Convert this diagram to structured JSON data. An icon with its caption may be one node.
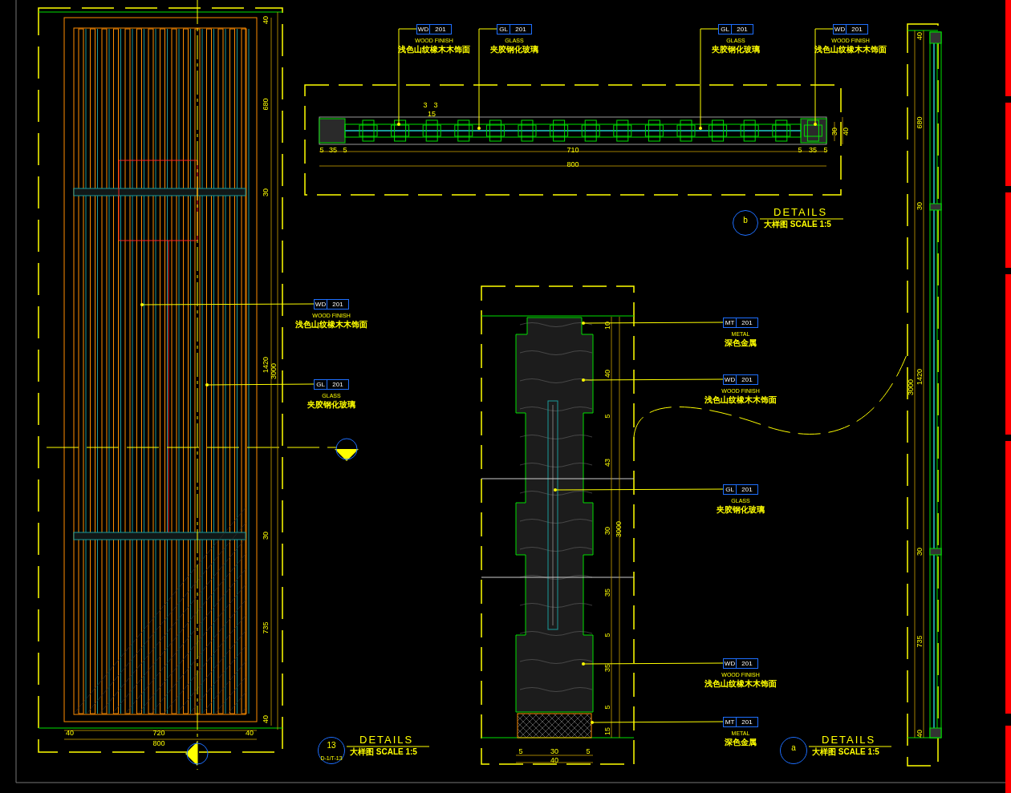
{
  "diagram": {
    "nodes": [
      {
        "text": [
          "WD",
          "201"
        ],
        "beside": [
          "WOOD FINISH",
          "浅色山纹橡木木饰面"
        ]
      },
      {
        "text": [
          "GL",
          "201"
        ],
        "beside": [
          "GLASS",
          "夹胶钢化玻璃"
        ]
      },
      {
        "text": [
          "GL",
          "201"
        ],
        "beside": [
          "GLASS",
          "夹胶钢化玻璃"
        ]
      },
      {
        "text": [
          "WD",
          "201"
        ],
        "beside": [
          "WOOD FINISH",
          "浅色山纹橡木木饰面"
        ]
      },
      {
        "text": [
          "WD",
          "201"
        ],
        "beside": [
          "WOOD FINISH",
          "浅色山纹橡木木饰面"
        ]
      },
      {
        "text": [
          "GL",
          "201"
        ],
        "beside": [
          "GLASS",
          "夹胶钢化玻璃"
        ]
      },
      {
        "text": [
          "MT",
          "201"
        ],
        "beside": [
          "METAL",
          "深色金属"
        ]
      },
      {
        "text": [
          "WD",
          "201"
        ],
        "beside": [
          "WOOD FINISH",
          "浅色山纹橡木木饰面"
        ]
      },
      {
        "text": [
          "GL",
          "201"
        ],
        "beside": [
          "GLASS",
          "夹胶钢化玻璃"
        ]
      },
      {
        "text": [
          "WD",
          "201"
        ],
        "beside": [
          "WOOD FINISH",
          "浅色山纹橡木木饰面"
        ]
      },
      {
        "text": [
          "MT",
          "201"
        ],
        "beside": [
          "METAL",
          "深色金属"
        ]
      },
      {
        "text": [
          "b"
        ],
        "beside": [
          "DETAILS",
          "大样图 SCALE 1:5"
        ]
      },
      {
        "text": [
          "13",
          "D-1/T-13"
        ],
        "beside": [
          "DETAILS",
          "大样图 SCALE 1:5"
        ]
      },
      {
        "text": [
          "a"
        ],
        "beside": [
          "DETAILS",
          "大样图 SCALE 1:5"
        ]
      },
      {
        "text": [],
        "shape": "picture"
      },
      {
        "text": [],
        "shape": "picture"
      },
      {
        "text": [],
        "shape": "picture"
      },
      {
        "text": [],
        "shape": "picture"
      }
    ],
    "edges": [
      {
        "from": 0,
        "to": 15,
        "arrow": "other"
      },
      {
        "from": 1,
        "to": 15,
        "arrow": "other"
      },
      {
        "from": 2,
        "to": 15,
        "arrow": "other"
      },
      {
        "from": 3,
        "to": 15,
        "arrow": "other"
      },
      {
        "from": 4,
        "to": 14,
        "arrow": "other"
      },
      {
        "from": 5,
        "to": 14,
        "arrow": "other"
      },
      {
        "from": 6,
        "to": 16,
        "arrow": "other"
      },
      {
        "from": 7,
        "to": 16,
        "arrow": "other"
      },
      {
        "from": 8,
        "to": 16,
        "arrow": "other"
      },
      {
        "from": 9,
        "to": 16,
        "arrow": "other"
      },
      {
        "from": 10,
        "to": 16,
        "arrow": "other"
      },
      {
        "from": 16,
        "to": 17,
        "arrow": "none",
        "style": "dashed"
      }
    ],
    "labels": [
      "3",
      "3",
      "15",
      "5",
      "35",
      "5",
      "710",
      "5",
      "35",
      "5",
      "30",
      "40",
      "800",
      "40",
      "680",
      "30",
      "1420",
      "3000",
      "30",
      "735",
      "40",
      "40",
      "720",
      "40",
      "800",
      "10",
      "40",
      "5",
      "43",
      "30",
      "3000",
      "35",
      "5",
      "35",
      "5",
      "15",
      "5",
      "30",
      "5",
      "40",
      "40",
      "680",
      "30",
      "3000",
      "1420",
      "30",
      "735",
      "40"
    ]
  }
}
